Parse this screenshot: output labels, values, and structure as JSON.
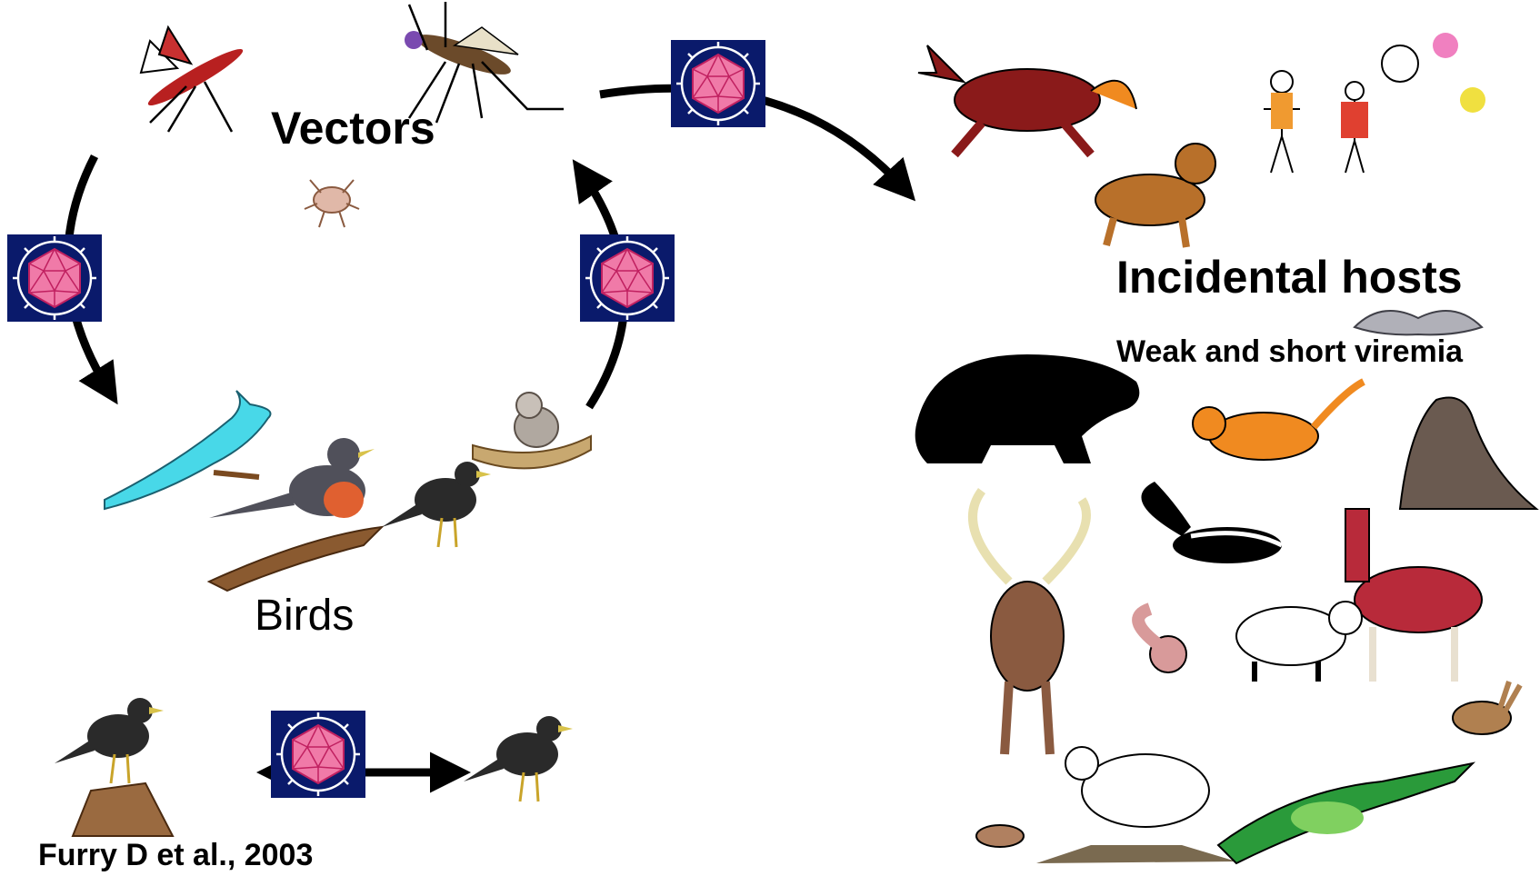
{
  "labels": {
    "vectors": "Vectors",
    "birds": "Birds",
    "incidental_hosts": "Incidental hosts",
    "viremia_note": "Weak and short viremia",
    "citation": "Furry D et al., 2003"
  },
  "icons": {
    "virus": "virus-particle-icon",
    "vectors": [
      "mosquito-icon",
      "mosquito-icon",
      "tick-icon"
    ],
    "birds": [
      "blue-jay-icon",
      "robin-icon",
      "crow-icon",
      "kookaburra-icon"
    ],
    "bird_to_bird": [
      "crow-icon",
      "crow-icon"
    ],
    "incidental": [
      "horse-icon",
      "dog-icon",
      "family-drawing-icon",
      "bat-icon",
      "bear-icon",
      "tiger-cat-icon",
      "walrus-icon",
      "skunk-icon",
      "reindeer-icon",
      "llama-icon",
      "squirrel-icon",
      "sheep-icon",
      "rabbit-icon",
      "chipmunk-icon",
      "mountain-goat-icon",
      "alligator-icon"
    ]
  },
  "colors": {
    "virus_box": "#0a1a6b",
    "virus_fill": "#f07aa8",
    "arrow": "#000000"
  }
}
